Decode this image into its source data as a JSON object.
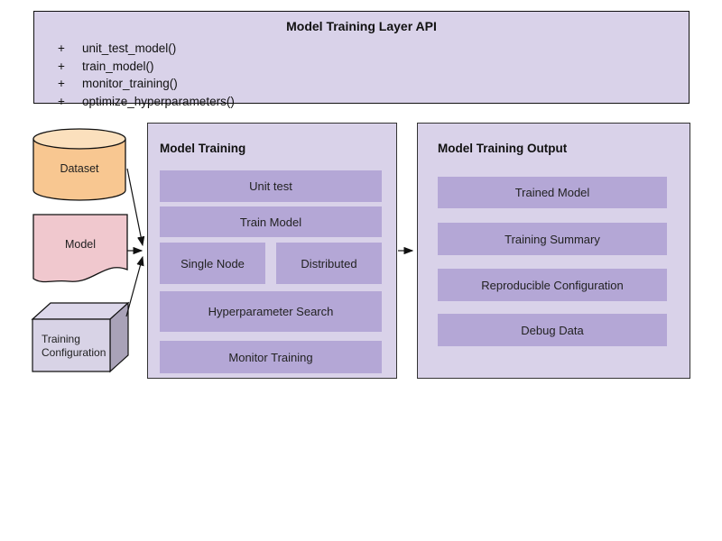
{
  "api_box": {
    "title": "Model Training Layer API",
    "methods": [
      {
        "bullet": "+",
        "name": "unit_test_model()"
      },
      {
        "bullet": "+",
        "name": "train_model()"
      },
      {
        "bullet": "+",
        "name": "monitor_training()"
      },
      {
        "bullet": "+",
        "name": "optimize_hyperparameters()"
      }
    ]
  },
  "inputs": {
    "dataset": {
      "label": "Dataset",
      "shape": "cylinder"
    },
    "model": {
      "label": "Model",
      "shape": "document"
    },
    "training_configuration": {
      "label": "Training Configuration",
      "shape": "cube"
    }
  },
  "training": {
    "title": "Model Training",
    "rows": [
      {
        "type": "full",
        "label": "Unit test"
      },
      {
        "type": "full",
        "label": "Train Model"
      },
      {
        "type": "split",
        "left": "Single Node",
        "right": "Distributed"
      },
      {
        "type": "full",
        "label": "Hyperparameter Search"
      },
      {
        "type": "full",
        "label": "Monitor Training"
      }
    ]
  },
  "output": {
    "title": "Model Training Output",
    "items": [
      "Trained Model",
      "Training Summary",
      "Reproducible Configuration",
      "Debug Data"
    ]
  },
  "colors": {
    "panel_fill": "#d9d2e9",
    "inner_fill": "#b4a7d6",
    "cylinder_body": "#f8c791",
    "cylinder_top": "#fbe0bd",
    "document_fill": "#f0c8ce",
    "cube_front": "#d8d3e6",
    "cube_top": "#dcd7ea",
    "cube_side": "#a9a2b8",
    "stroke": "#111111"
  }
}
